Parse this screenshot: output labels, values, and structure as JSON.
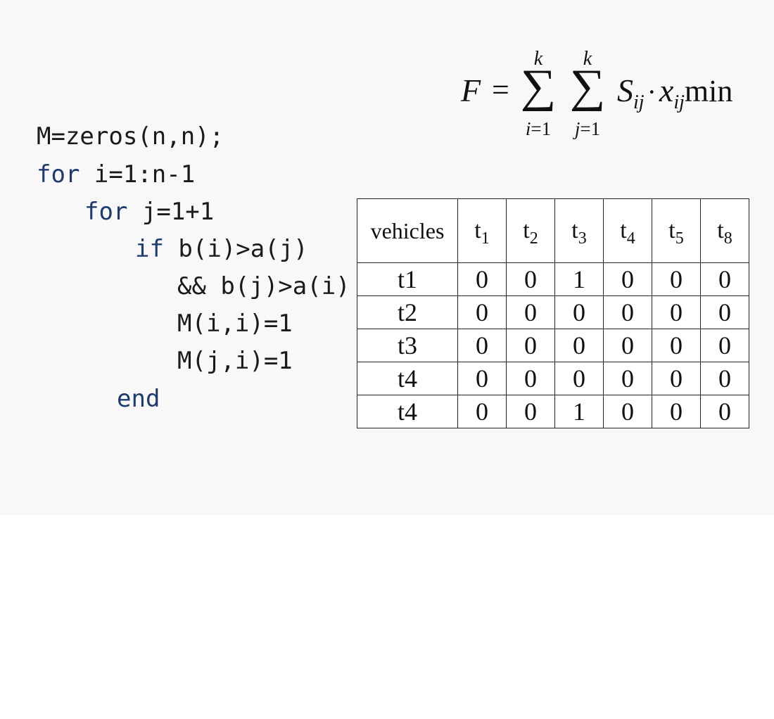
{
  "formula": {
    "lhs": "F",
    "equals": "=",
    "sums": [
      {
        "upper": "k",
        "symbol": "∑",
        "lower_var": "i",
        "lower_rest": "=1"
      },
      {
        "upper": "k",
        "symbol": "∑",
        "lower_var": "j",
        "lower_rest": "=1"
      }
    ],
    "term1": {
      "base": "S",
      "sub": "ij"
    },
    "dot": "·",
    "term2": {
      "base": "x",
      "sub": "ij"
    },
    "suffix": "min"
  },
  "code": {
    "lines": [
      {
        "indent": "",
        "keyword": "",
        "text": "M=zeros(n,n);"
      },
      {
        "indent": "",
        "keyword": "for",
        "text": " i=1:n-1"
      },
      {
        "indent": "   ",
        "keyword": "for",
        "text": " j=1+1"
      },
      {
        "indent": "      ",
        "keyword": "if",
        "text": " b(i)>a(j)"
      },
      {
        "indent": "",
        "keyword": "",
        "text": "&& b(j)>a(i)"
      },
      {
        "indent": "",
        "keyword": "",
        "text": "M(i,i)=1"
      },
      {
        "indent": "",
        "keyword": "",
        "text": "M(j,i)=1"
      },
      {
        "indent": "",
        "keyword": "end",
        "text": ""
      }
    ]
  },
  "table": {
    "header_label": "vehicles",
    "columns": [
      {
        "base": "t",
        "sub": "1"
      },
      {
        "base": "t",
        "sub": "2"
      },
      {
        "base": "t",
        "sub": "3"
      },
      {
        "base": "t",
        "sub": "4"
      },
      {
        "base": "t",
        "sub": "5"
      },
      {
        "base": "t",
        "sub": "8"
      }
    ],
    "rows": [
      {
        "label": "t1",
        "values": [
          "0",
          "0",
          "1",
          "0",
          "0",
          "0"
        ]
      },
      {
        "label": "t2",
        "values": [
          "0",
          "0",
          "0",
          "0",
          "0",
          "0"
        ]
      },
      {
        "label": "t3",
        "values": [
          "0",
          "0",
          "0",
          "0",
          "0",
          "0"
        ]
      },
      {
        "label": "t4",
        "values": [
          "0",
          "0",
          "0",
          "0",
          "0",
          "0"
        ]
      },
      {
        "label": "t4",
        "values": [
          "0",
          "0",
          "1",
          "0",
          "0",
          "0"
        ]
      }
    ]
  },
  "colors": {
    "keyword": "#1d3b6e",
    "text": "#1a1a1a",
    "background": "#f8f8f8"
  }
}
